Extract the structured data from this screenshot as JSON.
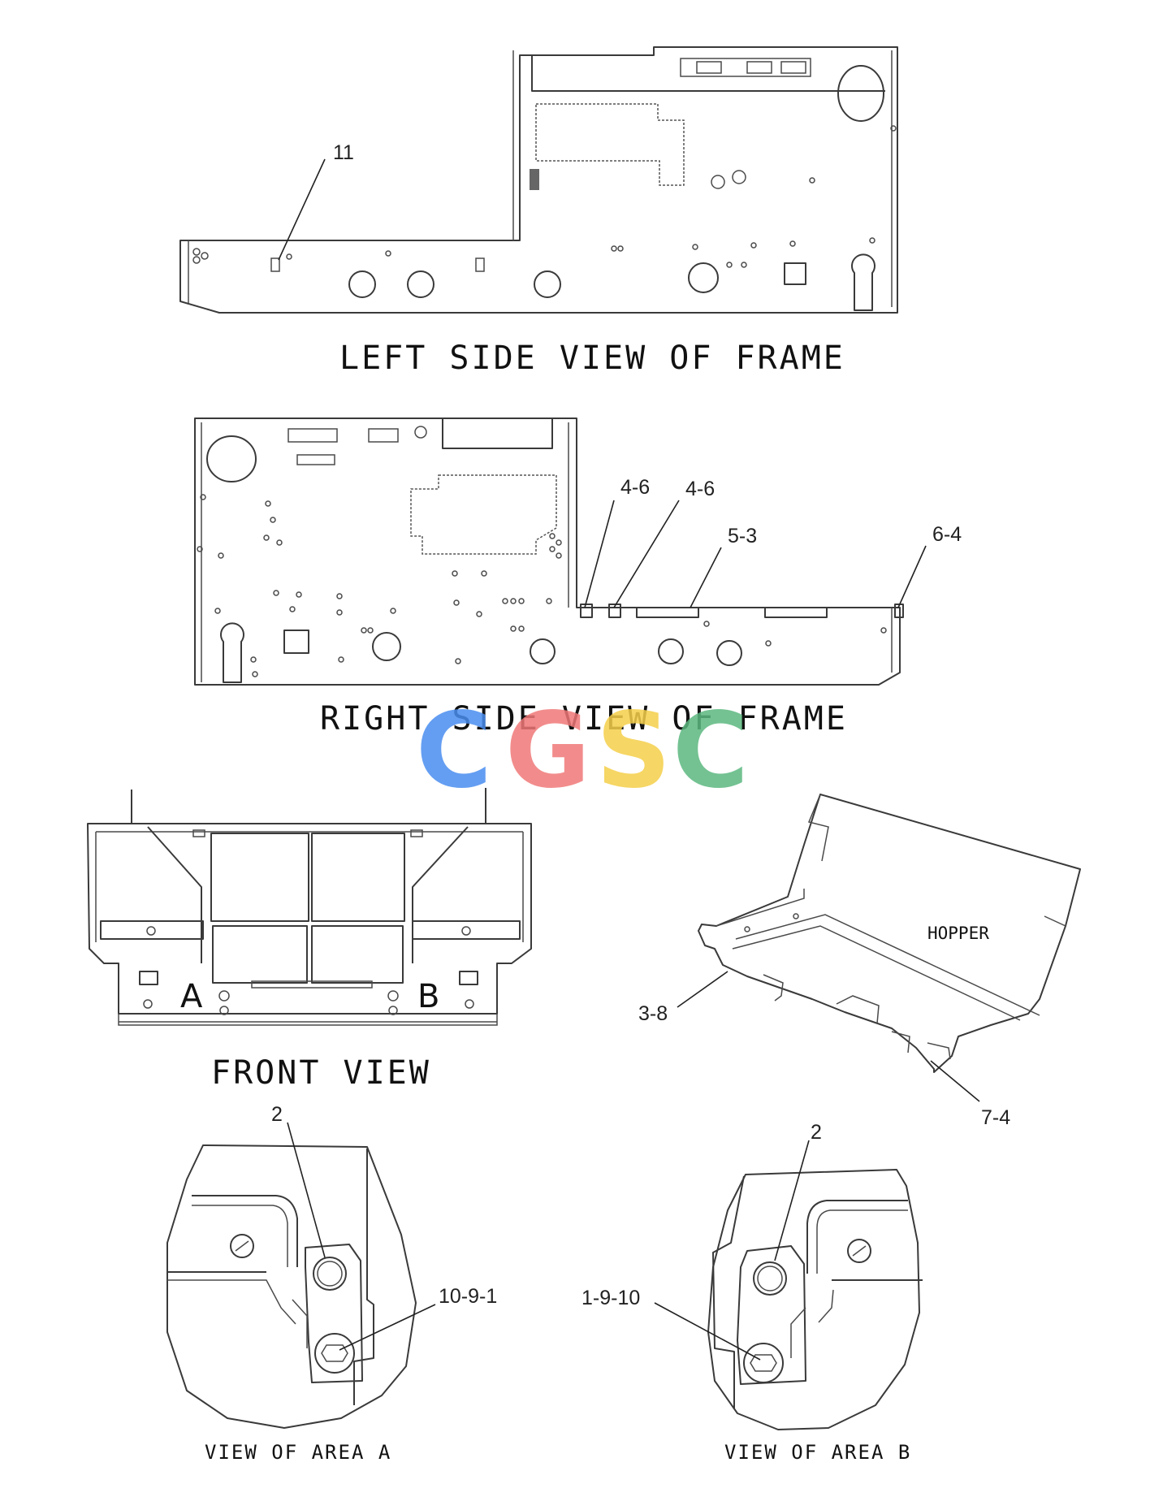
{
  "views": {
    "left_side_title": "LEFT SIDE VIEW OF FRAME",
    "right_side_title": "RIGHT SIDE VIEW OF FRAME",
    "front_title": "FRONT VIEW",
    "area_a_title": "VIEW OF AREA A",
    "area_b_title": "VIEW OF AREA B"
  },
  "labels": {
    "hopper": "HOPPER",
    "marker_a": "A",
    "marker_b": "B"
  },
  "callouts": {
    "c_11": "11",
    "c_4_6_a": "4-6",
    "c_4_6_b": "4-6",
    "c_5_3": "5-3",
    "c_6_4": "6-4",
    "c_3_8": "3-8",
    "c_7_4": "7-4",
    "c_2_a": "2",
    "c_2_b": "2",
    "c_10_9_1": "10-9-1",
    "c_1_9_10": "1-9-10"
  },
  "watermark": {
    "letters": [
      "C",
      "G",
      "S",
      "C"
    ],
    "colors": [
      "#4a8ef0",
      "#f07878",
      "#f5cf4a",
      "#5cb880"
    ]
  }
}
